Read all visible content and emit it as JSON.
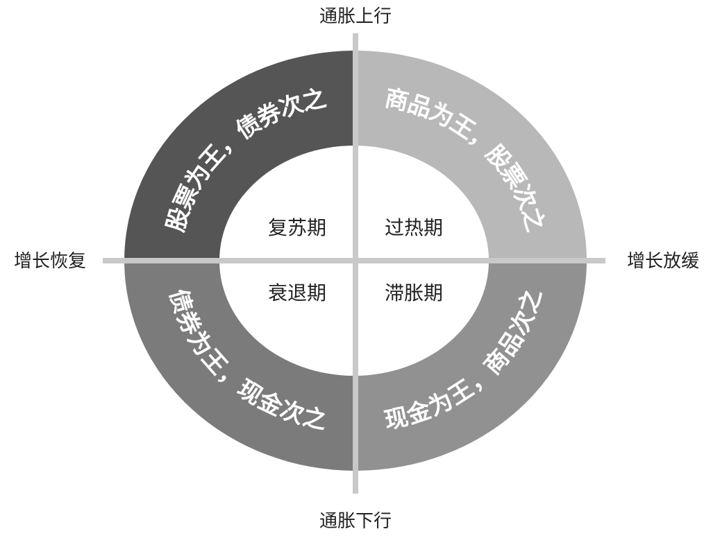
{
  "axes": {
    "top": "通胀上行",
    "bottom": "通胀下行",
    "left": "增长恢复",
    "right": "增长放缓"
  },
  "quadrants": [
    {
      "phase": "复苏期",
      "ring_text": "股票为王，债券次之",
      "color": "#555555"
    },
    {
      "phase": "过热期",
      "ring_text": "商品为王，股票次之",
      "color": "#b8b8b8"
    },
    {
      "phase": "衰退期",
      "ring_text": "债券为王，现金次之",
      "color": "#7b7b7b"
    },
    {
      "phase": "滞胀期",
      "ring_text": "现金为王，商品次之",
      "color": "#919191"
    }
  ],
  "divider_color": "#c9c9c9"
}
